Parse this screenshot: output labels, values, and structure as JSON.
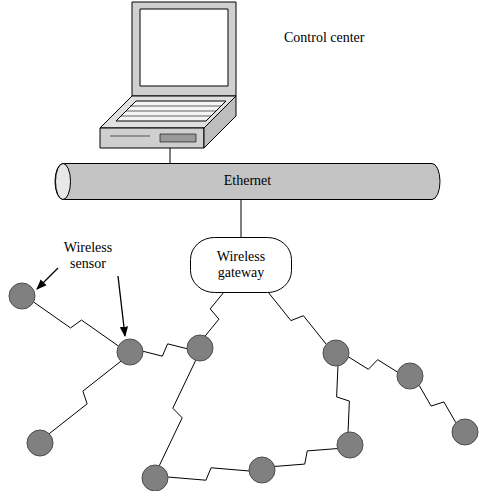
{
  "diagram": {
    "nodes": [
      {
        "text": [
          "Ethernet"
        ]
      },
      {
        "text": [
          "Wireless gateway"
        ]
      }
    ],
    "edges": [
      {
        "from": 0,
        "to": 1,
        "arrow": "none"
      }
    ],
    "labels": [
      "Control center",
      "Wireless sensor"
    ]
  }
}
